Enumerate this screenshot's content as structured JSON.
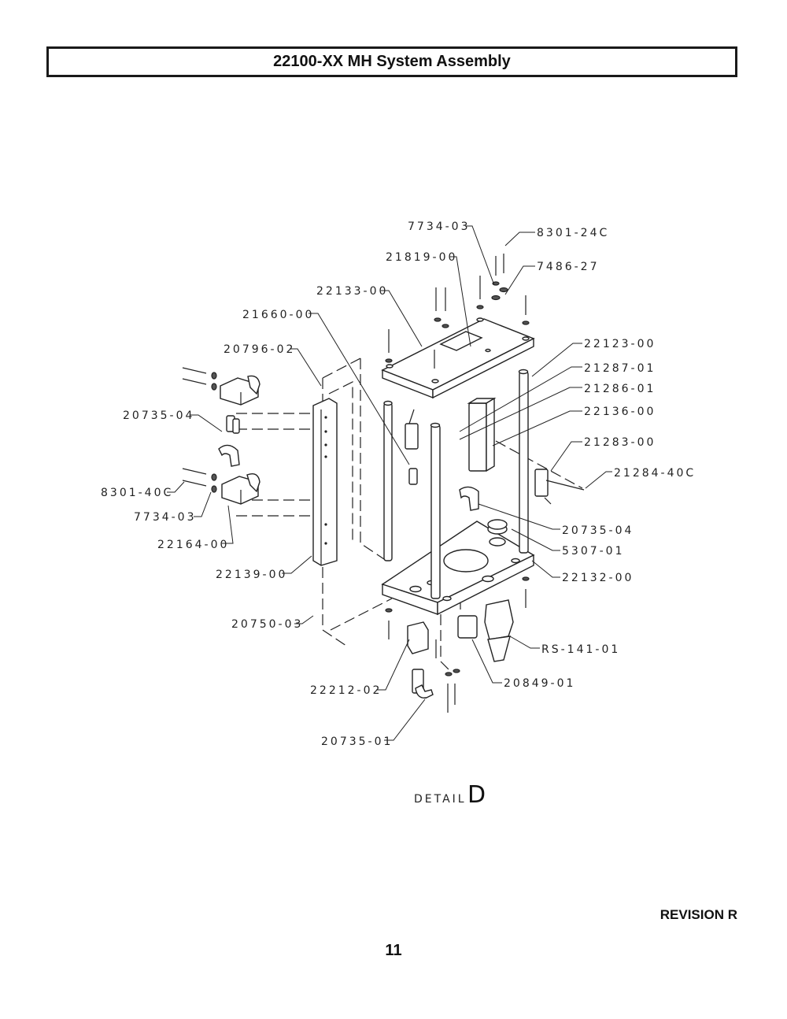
{
  "title": "22100-XX MH System Assembly",
  "detail": {
    "label": "DETAIL",
    "letter": "D"
  },
  "revision": "REVISION R",
  "page_number": "11",
  "callouts": {
    "c7734_03_top": "7734-03",
    "c8301_24c": "8301-24C",
    "c21819_00": "21819-00",
    "c7486_27": "7486-27",
    "c22133_00": "22133-00",
    "c21660_00": "21660-00",
    "c20796_02": "20796-02",
    "c22123_00": "22123-00",
    "c21287_01": "21287-01",
    "c21286_01": "21286-01",
    "c20735_04_left": "20735-04",
    "c22136_00": "22136-00",
    "c21283_00": "21283-00",
    "c21284_40c": "21284-40C",
    "c8301_40c": "8301-40C",
    "c7734_03_left": "7734-03",
    "c20735_04_right": "20735-04",
    "c5307_01": "5307-01",
    "c22164_00": "22164-00",
    "c22139_00": "22139-00",
    "c22132_00": "22132-00",
    "c20750_03": "20750-03",
    "crs_141_01": "RS-141-01",
    "c20849_01": "20849-01",
    "c22212_02": "22212-02",
    "c20735_01": "20735-01"
  }
}
